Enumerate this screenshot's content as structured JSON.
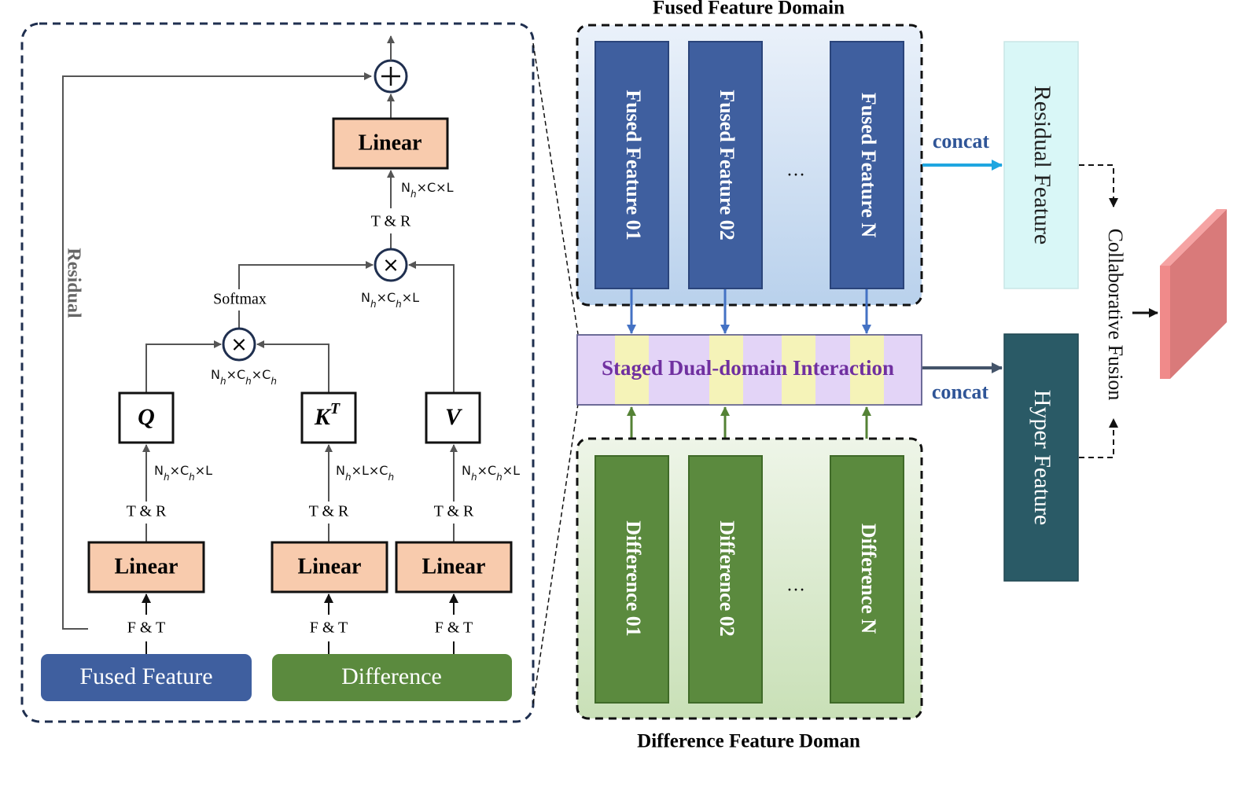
{
  "left_panel": {
    "residual_label": "Residual",
    "blocks": {
      "linear_top": "Linear",
      "linear_q": "Linear",
      "linear_k": "Linear",
      "linear_v": "Linear",
      "q": "Q",
      "k": "K",
      "k_sup": "T",
      "v": "V"
    },
    "ops": {
      "add": "+",
      "mul_top": "×",
      "mul_mid": "×"
    },
    "labels": {
      "softmax": "Softmax",
      "tr_top": "T & R",
      "tr_q": "T & R",
      "tr_k": "T & R",
      "tr_v": "T & R",
      "ft_q": "F & T",
      "ft_k": "F & T",
      "ft_v": "F & T"
    },
    "dims": {
      "top": [
        "N",
        "h",
        "×C×L"
      ],
      "mul_top": [
        "N",
        "h",
        "×C",
        "h",
        "×L"
      ],
      "mul_mid": [
        "N",
        "h",
        "×C",
        "h",
        "×C",
        "h"
      ],
      "q": [
        "N",
        "h",
        "×C",
        "h",
        "×L"
      ],
      "k": [
        "N",
        "h",
        "×L×C",
        "h"
      ],
      "v": [
        "N",
        "h",
        "×C",
        "h",
        "×L"
      ]
    },
    "inputs": {
      "fused": "Fused Feature",
      "difference": "Difference"
    }
  },
  "right_panel": {
    "fused_domain_title": "Fused Feature Domain",
    "difference_domain_title": "Difference Feature Doman",
    "fused_features": [
      "Fused Feature 01",
      "Fused Feature 02",
      "Fused Feature N"
    ],
    "difference_features": [
      "Difference 01",
      "Difference 02",
      "Difference N"
    ],
    "ellipsis": "…",
    "interaction_label": "Staged Dual-domain Interaction",
    "concat_top": "concat",
    "concat_bottom": "concat",
    "residual_feature": "Residual Feature",
    "hyper_feature": "Hyper Feature",
    "collaborative_fusion": "Collaborative Fusion"
  },
  "colors": {
    "linear_fill": "#f8cbad",
    "fused_blue": "#3f5f9f",
    "difference_green": "#5b8a3e",
    "interaction_purple": "#7030a0",
    "concat_blue": "#2f5597",
    "residual_cyan": "#d9f7f7",
    "hyper_teal": "#2a5a66",
    "output_pink": "#f08a8a"
  }
}
